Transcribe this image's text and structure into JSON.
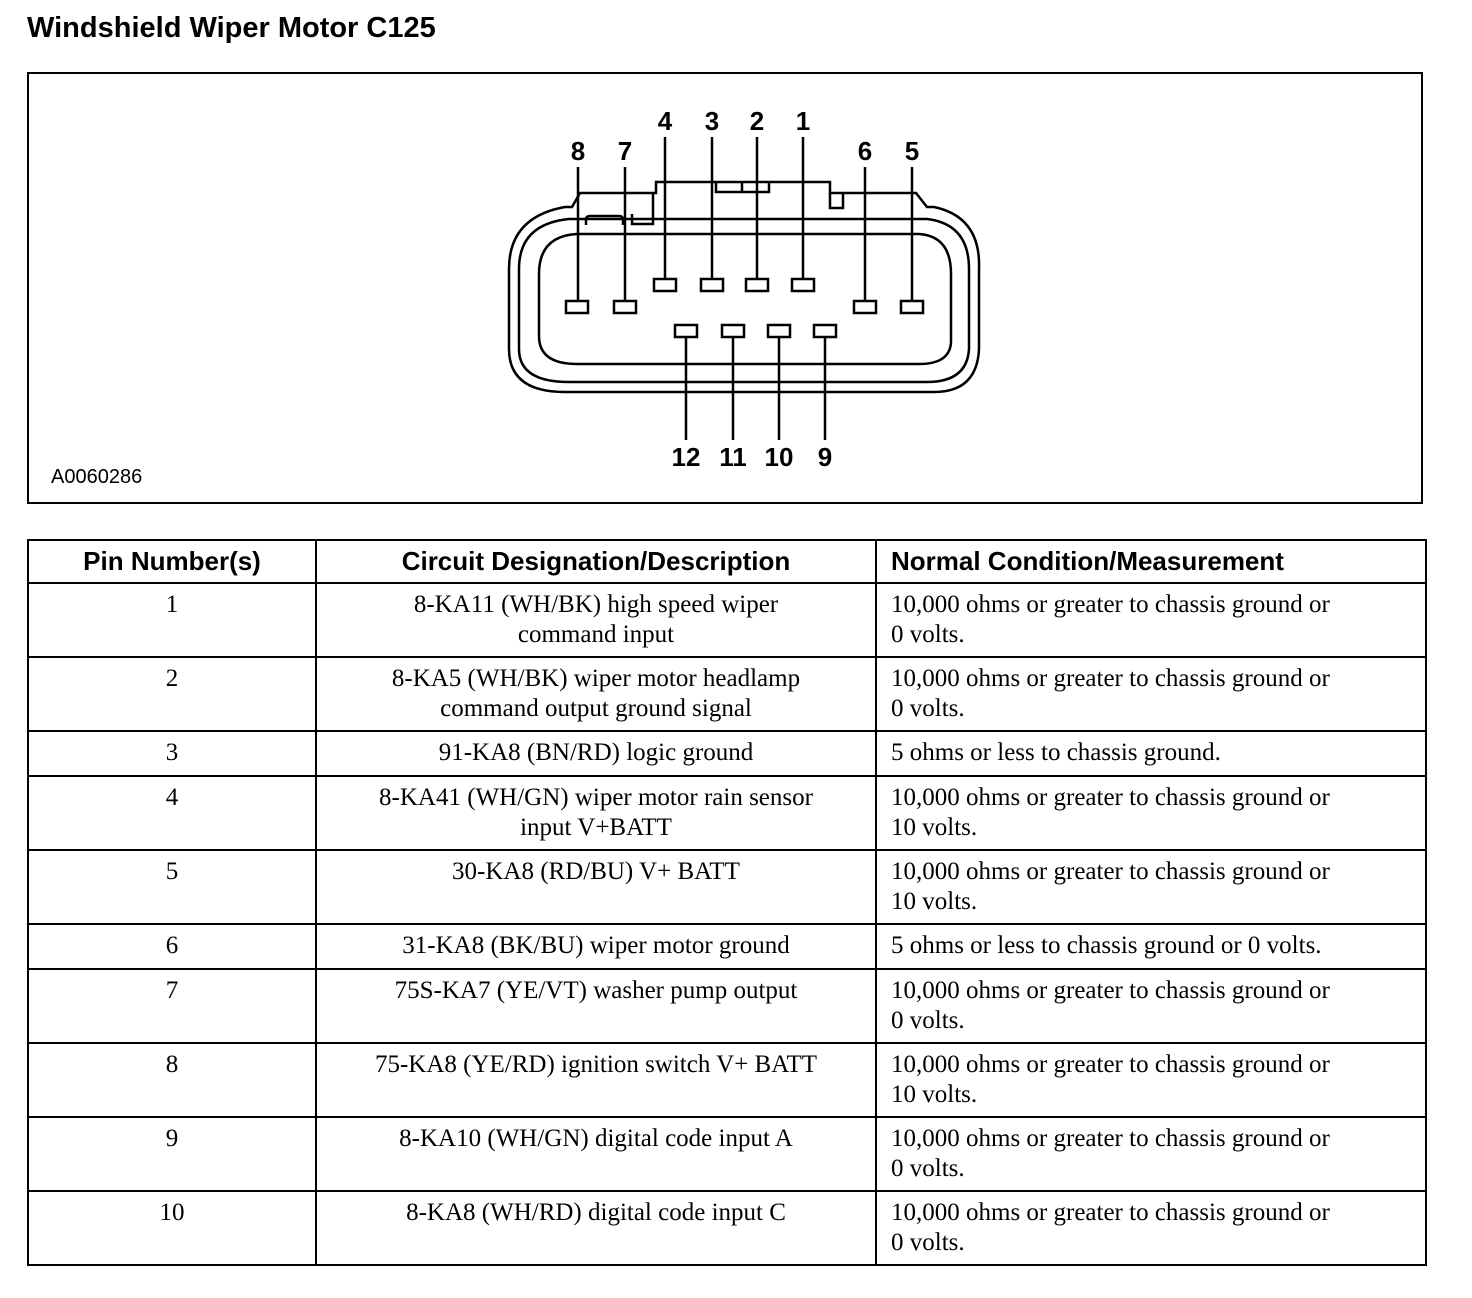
{
  "title": "Windshield Wiper Motor C125",
  "figure": {
    "id": "A0060286",
    "pins_top_row_outer": [
      "8",
      "7",
      "6",
      "5"
    ],
    "pins_top_row_inner": [
      "4",
      "3",
      "2",
      "1"
    ],
    "pins_bottom_row": [
      "12",
      "11",
      "10",
      "9"
    ]
  },
  "table": {
    "headers": [
      "Pin Number(s)",
      "Circuit Designation/Description",
      "Normal Condition/Measurement"
    ],
    "rows": [
      {
        "pin": "1",
        "desc1": "8-KA11 (WH/BK) high speed wiper",
        "desc2": "command input",
        "cond1": "10,000 ohms or greater to chassis ground or",
        "cond2": "0 volts."
      },
      {
        "pin": "2",
        "desc1": "8-KA5 (WH/BK) wiper motor headlamp",
        "desc2": "command output ground signal",
        "cond1": "10,000 ohms or greater to chassis ground or",
        "cond2": "0 volts."
      },
      {
        "pin": "3",
        "desc1": "91-KA8 (BN/RD) logic ground",
        "desc2": "",
        "cond1": "5 ohms or less to chassis ground.",
        "cond2": ""
      },
      {
        "pin": "4",
        "desc1": "8-KA41 (WH/GN) wiper motor rain sensor",
        "desc2": "input V+BATT",
        "cond1": "10,000 ohms or greater to chassis ground or",
        "cond2": "10 volts."
      },
      {
        "pin": "5",
        "desc1": "30-KA8 (RD/BU) V+ BATT",
        "desc2": "",
        "cond1": "10,000 ohms or greater to chassis ground or",
        "cond2": "10 volts."
      },
      {
        "pin": "6",
        "desc1": "31-KA8 (BK/BU) wiper motor ground",
        "desc2": "",
        "cond1": "5 ohms or less to chassis ground or 0 volts.",
        "cond2": ""
      },
      {
        "pin": "7",
        "desc1": "75S-KA7 (YE/VT) washer pump output",
        "desc2": "",
        "cond1": "10,000 ohms or greater to chassis ground or",
        "cond2": "0 volts."
      },
      {
        "pin": "8",
        "desc1": "75-KA8 (YE/RD) ignition switch V+ BATT",
        "desc2": "",
        "cond1": "10,000 ohms or greater to chassis ground or",
        "cond2": "10 volts."
      },
      {
        "pin": "9",
        "desc1": "8-KA10 (WH/GN) digital code input A",
        "desc2": "",
        "cond1": "10,000 ohms or greater to chassis ground or",
        "cond2": "0 volts."
      },
      {
        "pin": "10",
        "desc1": "8-KA8 (WH/RD) digital code input C",
        "desc2": "",
        "cond1": "10,000 ohms or greater to chassis ground or",
        "cond2": "0 volts."
      }
    ]
  }
}
